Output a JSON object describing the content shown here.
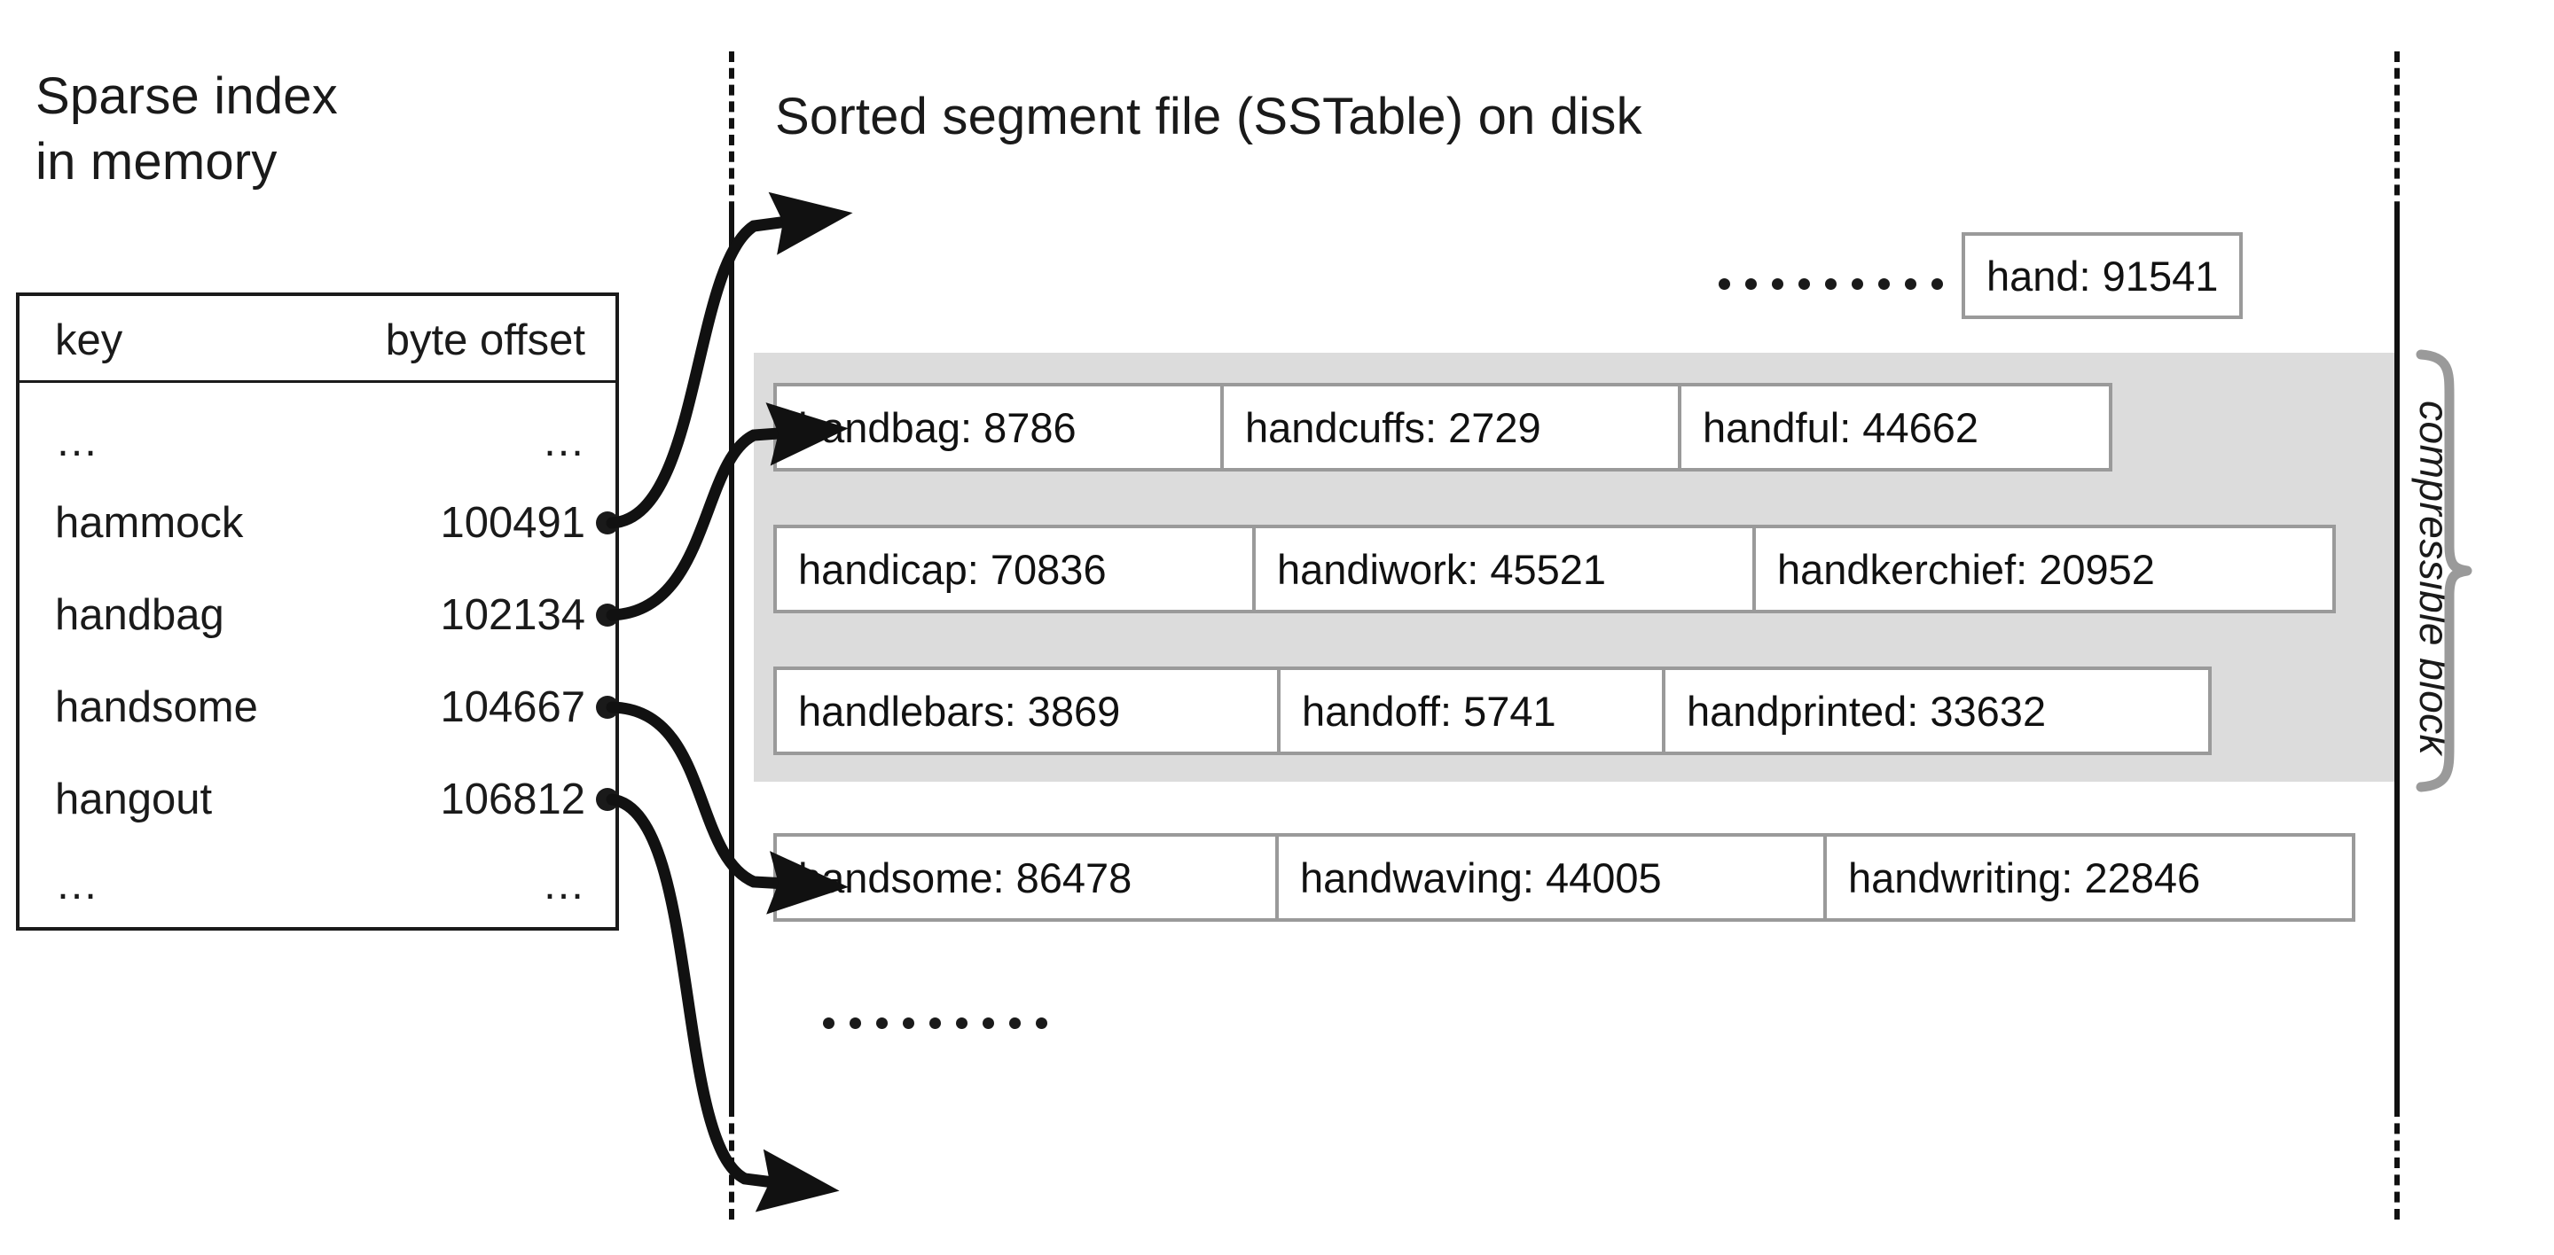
{
  "headings": {
    "sparse_index_line1": "Sparse index",
    "sparse_index_line2": "in memory",
    "sstable_title": "Sorted segment file (SSTable) on disk"
  },
  "index_table": {
    "columns": [
      "key",
      "byte offset"
    ],
    "rows": [
      {
        "key": "…",
        "offset": "…"
      },
      {
        "key": "hammock",
        "offset": "100491"
      },
      {
        "key": "handbag",
        "offset": "102134"
      },
      {
        "key": "handsome",
        "offset": "104667"
      },
      {
        "key": "hangout",
        "offset": "106812"
      },
      {
        "key": "…",
        "offset": "…"
      }
    ]
  },
  "sstable": {
    "top_entry": "hand: 91541",
    "leading_dots_count": 9,
    "trailing_dots_count": 9,
    "rows": [
      {
        "in_block": true,
        "cells": [
          "handbag: 8786",
          "handcuffs: 2729",
          "handful: 44662"
        ]
      },
      {
        "in_block": true,
        "cells": [
          "handicap: 70836",
          "handiwork: 45521",
          "handkerchief: 20952"
        ]
      },
      {
        "in_block": true,
        "cells": [
          "handlebars: 3869",
          "handoff: 5741",
          "handprinted: 33632"
        ]
      },
      {
        "in_block": false,
        "cells": [
          "handsome: 86478",
          "handwaving: 44005",
          "handwriting: 22846"
        ]
      }
    ]
  },
  "annotations": {
    "compressible_block": "compressible block"
  },
  "colors": {
    "block_fill": "#dcdcdc",
    "cell_border": "#9a9a9a",
    "brace": "#9a9a9a",
    "line": "#111111",
    "text": "#1a1a1a"
  }
}
